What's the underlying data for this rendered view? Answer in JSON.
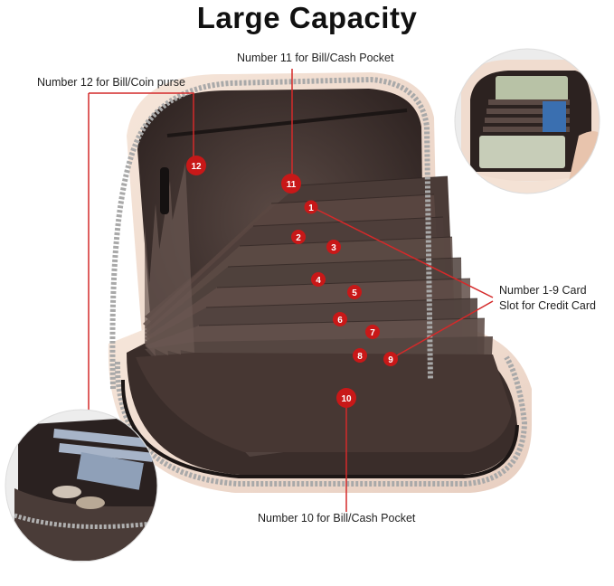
{
  "title": "Large Capacity",
  "labels": {
    "pocket_11": "Number 11 for Bill/Cash Pocket",
    "purse_12": "Number 12 for Bill/Coin purse",
    "cards_line1": "Number 1-9 Card",
    "cards_line2": "Slot for Credit Card",
    "pocket_10": "Number 10 for Bill/Cash Pocket"
  },
  "markers": [
    "1",
    "2",
    "3",
    "4",
    "5",
    "6",
    "7",
    "8",
    "9",
    "10",
    "11",
    "12"
  ],
  "colors": {
    "leader_line": "#d42a2a",
    "marker_fill": "#c81818",
    "wallet_exterior": "#f1ddd0",
    "wallet_interior": "#4a3a36",
    "zipper": "#b8b8b8"
  }
}
